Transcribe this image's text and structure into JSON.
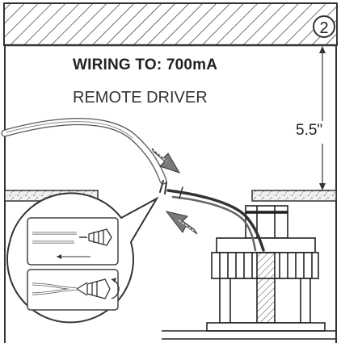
{
  "heading": {
    "title": "WIRING TO: 700mA",
    "subtitle": "REMOTE DRIVER"
  },
  "step_number": "2",
  "dimension_label": "5.5\"",
  "colors": {
    "line": "#333333",
    "accent_arrow": "#6f6f6f",
    "background": "#ffffff"
  },
  "icons": [
    "hatched-ceiling-icon",
    "wire-connector-icon",
    "direction-arrow-icon",
    "fixture-housing-icon"
  ]
}
